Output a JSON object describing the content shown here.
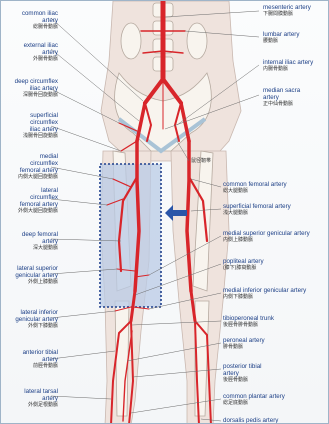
{
  "labels_left": [
    {
      "id": "common-iliac",
      "en": [
        "common iliac",
        "artery"
      ],
      "cn": "総腸骨動脈"
    },
    {
      "id": "external-iliac",
      "en": [
        "external iliac",
        "artery"
      ],
      "cn": "外腸骨動脈"
    },
    {
      "id": "deep-circumflex-iliac",
      "en": [
        "deep circumflex",
        "iliac artery"
      ],
      "cn": "深腸骨回旋動脈"
    },
    {
      "id": "superficial-circumflex-iliac",
      "en": [
        "superficial",
        "circumflex",
        "iliac artery"
      ],
      "cn": "浅腸骨回旋動脈"
    },
    {
      "id": "medial-circumflex-femoral",
      "en": [
        "medial",
        "circumflex",
        "femoral artery"
      ],
      "cn": "内側大腿回旋動脈"
    },
    {
      "id": "lateral-circumflex-femoral",
      "en": [
        "lateral",
        "circumflex",
        "femoral artery"
      ],
      "cn": "外側大腿回旋動脈"
    },
    {
      "id": "deep-femoral",
      "en": [
        "deep femoral",
        "artery"
      ],
      "cn": "深大腿動脈"
    },
    {
      "id": "lateral-superior-genicular",
      "en": [
        "lateral superior",
        "genicular artery"
      ],
      "cn": "外側上膝動脈"
    },
    {
      "id": "lateral-inferior-genicular",
      "en": [
        "lateral inferior",
        "genicular artery"
      ],
      "cn": "外側下膝動脈"
    },
    {
      "id": "anterior-tibial",
      "en": [
        "anterior tibial",
        "artery"
      ],
      "cn": "前脛骨動脈"
    },
    {
      "id": "lateral-tarsal",
      "en": [
        "lateral tarsal",
        "artery"
      ],
      "cn": "外側足根動脈"
    }
  ],
  "labels_right": [
    {
      "id": "mesenteric",
      "en": [
        "mesenteric artery"
      ],
      "cn": "下腸間膜動脈"
    },
    {
      "id": "lumbar",
      "en": [
        "lumbar artery"
      ],
      "cn": "腰動脈"
    },
    {
      "id": "internal-iliac",
      "en": [
        "internal iliac artery"
      ],
      "cn": "内腸骨動脈"
    },
    {
      "id": "median-sacral",
      "en": [
        "median sacra",
        "artery"
      ],
      "cn": "正中仙骨動脈"
    },
    {
      "id": "inguinal-ligament",
      "en": [],
      "cn": "鼠径靭帯"
    },
    {
      "id": "common-femoral",
      "en": [
        "common femoral artery"
      ],
      "cn": "総大腿動脈"
    },
    {
      "id": "superficial-femoral",
      "en": [
        "superficial femoral artery"
      ],
      "cn": "浅大腿動脈"
    },
    {
      "id": "medial-superior-genicular",
      "en": [
        "medial superior genicular artery"
      ],
      "cn": "内側上膝動脈"
    },
    {
      "id": "popliteal",
      "en": [
        "popliteal artery"
      ],
      "cn": "(膝下)膝窩動脈"
    },
    {
      "id": "medial-inferior-genicular",
      "en": [
        "medial inferior genicular artery"
      ],
      "cn": "内側下膝動脈"
    },
    {
      "id": "tibioperoneal",
      "en": [
        "tibioperoneal trunk"
      ],
      "cn": "後脛骨腓骨動脈"
    },
    {
      "id": "peroneal",
      "en": [
        "peroneal artery"
      ],
      "cn": "腓骨動脈"
    },
    {
      "id": "posterior-tibial",
      "en": [
        "posterior tibial",
        "artery"
      ],
      "cn": "後脛骨動脈"
    },
    {
      "id": "common-plantar",
      "en": [
        "common plantar artery"
      ],
      "cn": "総足底動脈"
    },
    {
      "id": "dorsalis-pedis",
      "en": [
        "dorsalis pedis artery"
      ],
      "cn": ""
    }
  ],
  "colors": {
    "artery": "#d8252a",
    "artery_dark": "#a81a1e",
    "label_text": "#1c3f86",
    "leader_line": "#6b6b6b",
    "highlight_fill": "#b9cbe6",
    "highlight_border": "#1f3f8c",
    "arrow": "#2a55a8"
  },
  "highlight": {
    "style": "dotted-rectangle",
    "region": "thigh"
  },
  "arrow_icon": "left-arrow-icon"
}
